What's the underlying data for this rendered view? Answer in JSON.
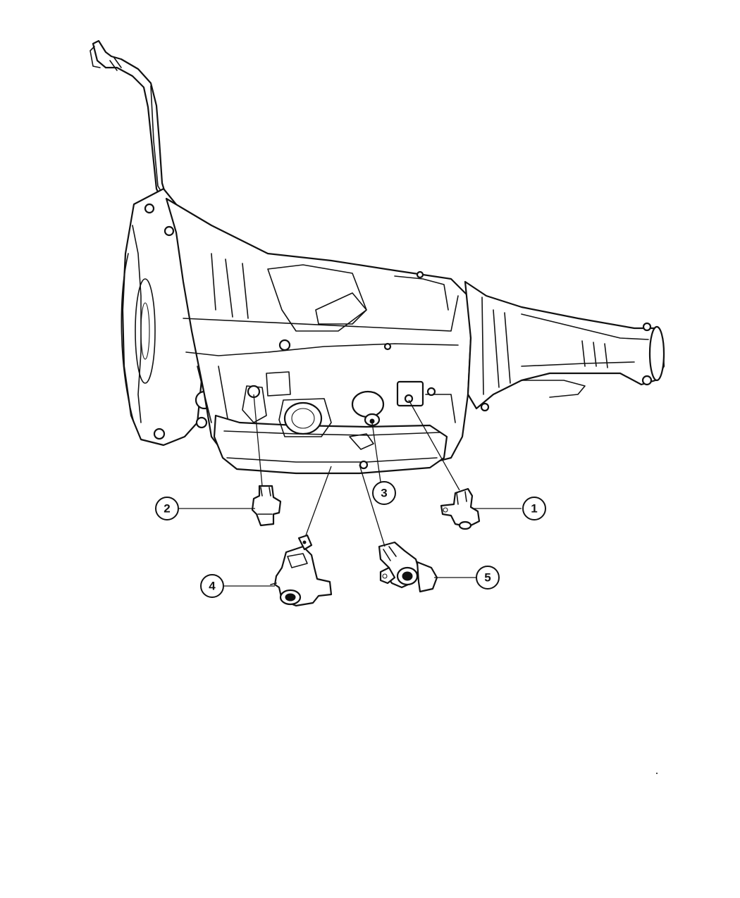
{
  "diagram": {
    "callouts": [
      {
        "id": "1",
        "label": "1"
      },
      {
        "id": "2",
        "label": "2"
      },
      {
        "id": "3",
        "label": "3"
      },
      {
        "id": "4",
        "label": "4"
      },
      {
        "id": "5",
        "label": "5"
      }
    ]
  },
  "colors": {
    "line": "#111111",
    "background": "#ffffff"
  }
}
